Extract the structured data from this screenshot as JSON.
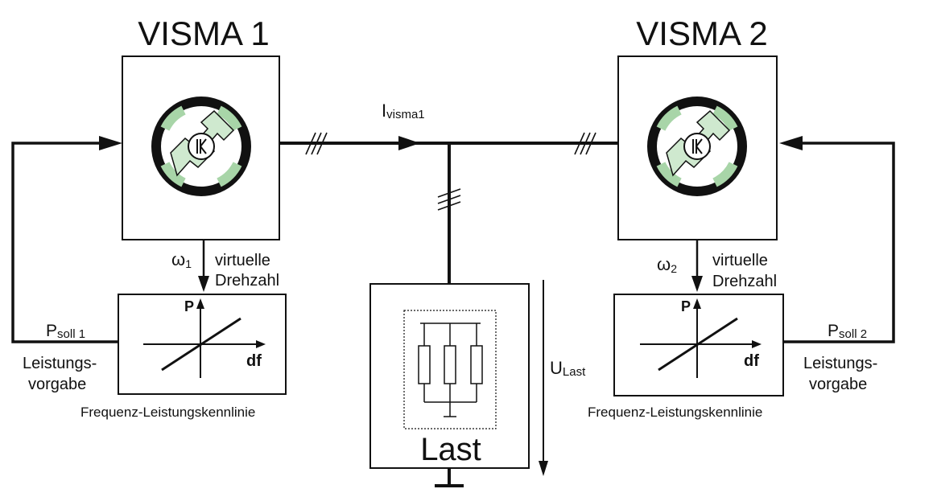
{
  "diagram": {
    "left_unit": {
      "title": "VISMA 1",
      "omega_symbol": "ω",
      "omega_sub": "1",
      "virtual_speed_line1": "virtuelle",
      "virtual_speed_line2": "Drehzahl",
      "power_setpoint_main": "P",
      "power_setpoint_sub": "soll 1",
      "power_spec_line1": "Leistungs-",
      "power_spec_line2": "vorgabe",
      "characteristic_label": "Frequenz-Leistungskennlinie",
      "axis_p": "P",
      "axis_df": "df"
    },
    "right_unit": {
      "title": "VISMA 2",
      "omega_symbol": "ω",
      "omega_sub": "2",
      "virtual_speed_line1": "virtuelle",
      "virtual_speed_line2": "Drehzahl",
      "power_setpoint_main": "P",
      "power_setpoint_sub": "soll 2",
      "power_spec_line1": "Leistungs-",
      "power_spec_line2": "vorgabe",
      "characteristic_label": "Frequenz-Leistungskennlinie",
      "axis_p": "P",
      "axis_df": "df"
    },
    "current_main": "I",
    "current_sub": "visma1",
    "voltage_main": "U",
    "voltage_sub": "Last",
    "load_label": "Last",
    "colors": {
      "line": "#111111",
      "rotor_green": "#cfe9cf",
      "stator_green": "#a8d5a8"
    }
  }
}
